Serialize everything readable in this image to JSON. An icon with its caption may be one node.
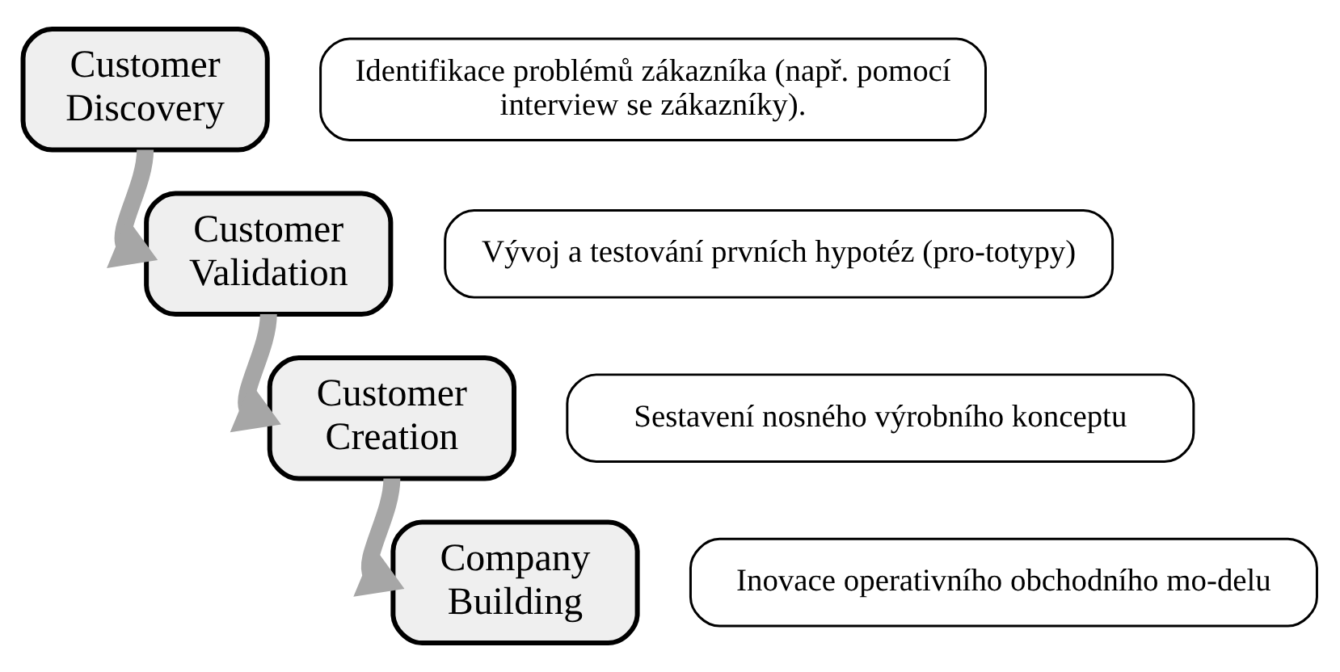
{
  "diagram": {
    "nodes": [
      {
        "text": [
          "Customer Discovery"
        ]
      },
      {
        "text": [
          "Identifikace problémů zákazníka (např. pomocí interview se zákazníky)."
        ]
      },
      {
        "text": [
          "Customer Validation"
        ]
      },
      {
        "text": [
          "Vývoj a testování prvních hypotéz (pro-totypy)"
        ]
      },
      {
        "text": [
          "Customer Creation"
        ]
      },
      {
        "text": [
          "Sestavení nosného výrobního konceptu"
        ]
      },
      {
        "text": [
          "Company Building"
        ]
      },
      {
        "text": [
          "Inovace operativního obchodního mo-delu"
        ]
      }
    ],
    "edges": [
      {
        "from": 0,
        "to": 2,
        "arrow": "to"
      },
      {
        "from": 2,
        "to": 4,
        "arrow": "to"
      },
      {
        "from": 4,
        "to": 6,
        "arrow": "to"
      }
    ]
  }
}
